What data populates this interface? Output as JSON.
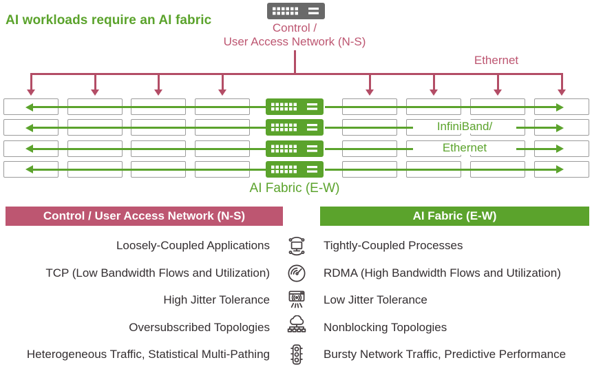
{
  "title": "AI workloads require an AI fabric",
  "network": {
    "control_switch_icon": "switch-icon",
    "control_label": [
      "Control /",
      "User Access Network (N-S)"
    ],
    "ethernet_label": "Ethernet",
    "row_overlay_labels": [
      "",
      "InfiniBand/",
      "Ethernet",
      ""
    ],
    "fabric_label": "AI Fabric (E-W)",
    "row_count": 4,
    "servers_per_side": 4
  },
  "comparison": {
    "left_header": "Control / User Access Network (N-S)",
    "right_header": "AI Fabric (E-W)",
    "rows": [
      {
        "left": "Loosely-Coupled Applications",
        "icon": "tightly-coupled-icon",
        "right": "Tightly-Coupled Processes"
      },
      {
        "left": "TCP (Low Bandwidth Flows and Utilization)",
        "icon": "rdma-gauge-icon",
        "right": "RDMA (High Bandwidth Flows and Utilization)"
      },
      {
        "left": "High Jitter Tolerance",
        "icon": "jitter-broadcast-icon",
        "right": "Low Jitter Tolerance"
      },
      {
        "left": "Oversubscribed Topologies",
        "icon": "cloud-topology-icon",
        "right": "Nonblocking Topologies"
      },
      {
        "left": "Heterogeneous Traffic, Statistical Multi-Pathing",
        "icon": "traffic-light-icon",
        "right": "Bursty Network Traffic, Predictive Performance"
      }
    ]
  },
  "colors": {
    "green": "#5ba32c",
    "pink": "#bd5671",
    "pink_line": "#b34d66",
    "box_border": "#9b9b9b",
    "switch_gray": "#696969",
    "text_dark": "#332e30"
  }
}
